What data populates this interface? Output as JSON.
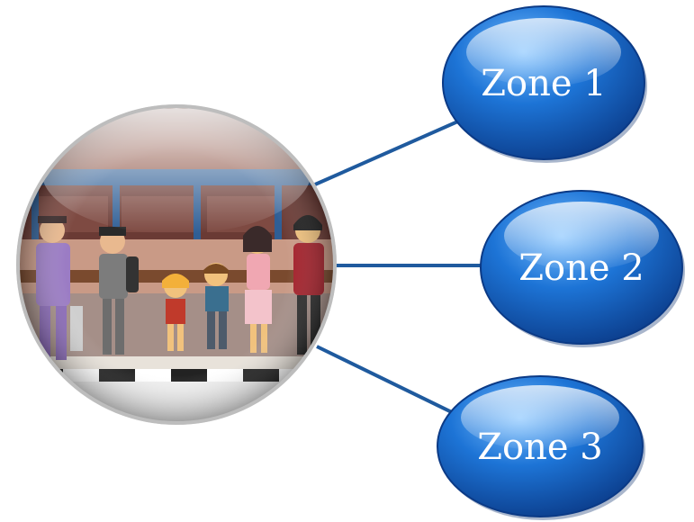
{
  "zones": [
    {
      "label": "Zone 1"
    },
    {
      "label": "Zone 2"
    },
    {
      "label": "Zone 3"
    }
  ],
  "colors": {
    "bubble_light": "#5aa9f0",
    "bubble_mid": "#1b6fd0",
    "bubble_dark": "#0a3f8f",
    "connector": "#1f5a9e",
    "label_text": "#ffffff"
  },
  "image": {
    "description_icon": "bus-stop-people-illustration"
  }
}
